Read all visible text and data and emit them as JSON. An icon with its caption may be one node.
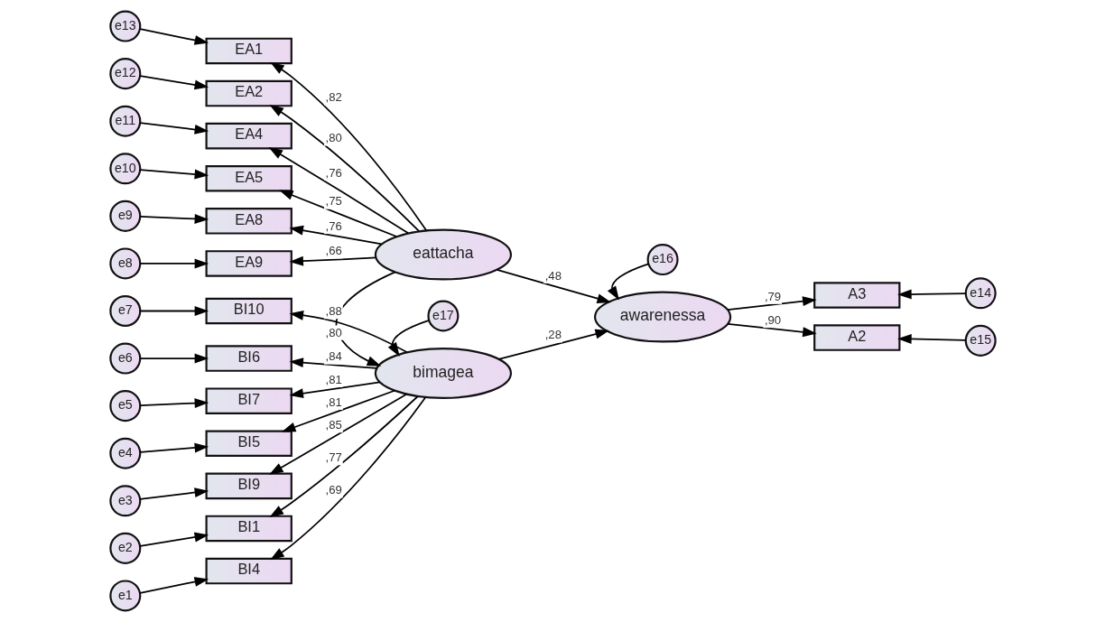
{
  "diagram": {
    "nodes": [
      {
        "text": [
          "eattacha"
        ]
      },
      {
        "text": [
          "bimagea"
        ]
      },
      {
        "text": [
          "awarenessa"
        ]
      },
      {
        "text": [
          "e16"
        ]
      },
      {
        "text": [
          "e17"
        ]
      },
      {
        "text": [
          "EA1"
        ]
      },
      {
        "text": [
          "EA2"
        ]
      },
      {
        "text": [
          "EA4"
        ]
      },
      {
        "text": [
          "EA5"
        ]
      },
      {
        "text": [
          "EA8"
        ]
      },
      {
        "text": [
          "EA9"
        ]
      },
      {
        "text": [
          "e13"
        ]
      },
      {
        "text": [
          "e12"
        ]
      },
      {
        "text": [
          "e11"
        ]
      },
      {
        "text": [
          "e10"
        ]
      },
      {
        "text": [
          "e9"
        ]
      },
      {
        "text": [
          "e8"
        ]
      },
      {
        "text": [
          "BI10"
        ]
      },
      {
        "text": [
          "BI6"
        ]
      },
      {
        "text": [
          "BI7"
        ]
      },
      {
        "text": [
          "BI5"
        ]
      },
      {
        "text": [
          "BI9"
        ]
      },
      {
        "text": [
          "BI1"
        ]
      },
      {
        "text": [
          "BI4"
        ]
      },
      {
        "text": [
          "e7"
        ]
      },
      {
        "text": [
          "e6"
        ]
      },
      {
        "text": [
          "e5"
        ]
      },
      {
        "text": [
          "e4"
        ]
      },
      {
        "text": [
          "e3"
        ]
      },
      {
        "text": [
          "e2"
        ]
      },
      {
        "text": [
          "e1"
        ]
      },
      {
        "text": [
          "A3"
        ]
      },
      {
        "text": [
          "A2"
        ]
      },
      {
        "text": [
          "e14"
        ]
      },
      {
        "text": [
          "e15"
        ]
      }
    ],
    "edges": [
      {
        "from": 11,
        "to": 5,
        "arrow": "to"
      },
      {
        "from": 12,
        "to": 6,
        "arrow": "to"
      },
      {
        "from": 13,
        "to": 7,
        "arrow": "to"
      },
      {
        "from": 14,
        "to": 8,
        "arrow": "to"
      },
      {
        "from": 15,
        "to": 9,
        "arrow": "to"
      },
      {
        "from": 16,
        "to": 10,
        "arrow": "to"
      },
      {
        "from": 0,
        "to": 5,
        "arrow": "to",
        "label": ",82"
      },
      {
        "from": 0,
        "to": 6,
        "arrow": "to",
        "label": ",80"
      },
      {
        "from": 0,
        "to": 7,
        "arrow": "to",
        "label": ",76"
      },
      {
        "from": 0,
        "to": 8,
        "arrow": "to",
        "label": ",75"
      },
      {
        "from": 0,
        "to": 9,
        "arrow": "to",
        "label": ",76"
      },
      {
        "from": 0,
        "to": 10,
        "arrow": "to",
        "label": ",66"
      },
      {
        "from": 0,
        "to": 1,
        "arrow": "to",
        "label": ",80"
      },
      {
        "from": 4,
        "to": 1,
        "arrow": "to"
      },
      {
        "from": 0,
        "to": 2,
        "arrow": "to",
        "label": ",48"
      },
      {
        "from": 1,
        "to": 2,
        "arrow": "to",
        "label": ",28"
      },
      {
        "from": 3,
        "to": 2,
        "arrow": "to"
      },
      {
        "from": 2,
        "to": 31,
        "arrow": "to",
        "label": ",79"
      },
      {
        "from": 2,
        "to": 32,
        "arrow": "to",
        "label": ",90"
      },
      {
        "from": 33,
        "to": 31,
        "arrow": "to"
      },
      {
        "from": 34,
        "to": 32,
        "arrow": "to"
      },
      {
        "from": 24,
        "to": 17,
        "arrow": "to"
      },
      {
        "from": 25,
        "to": 18,
        "arrow": "to"
      },
      {
        "from": 26,
        "to": 19,
        "arrow": "to"
      },
      {
        "from": 27,
        "to": 20,
        "arrow": "to"
      },
      {
        "from": 28,
        "to": 21,
        "arrow": "to"
      },
      {
        "from": 29,
        "to": 22,
        "arrow": "to"
      },
      {
        "from": 30,
        "to": 23,
        "arrow": "to"
      },
      {
        "from": 1,
        "to": 17,
        "arrow": "to",
        "label": ",88"
      },
      {
        "from": 1,
        "to": 18,
        "arrow": "to",
        "label": ",84"
      },
      {
        "from": 1,
        "to": 19,
        "arrow": "to",
        "label": ",81"
      },
      {
        "from": 1,
        "to": 20,
        "arrow": "to",
        "label": ",81"
      },
      {
        "from": 1,
        "to": 21,
        "arrow": "to",
        "label": ",85"
      },
      {
        "from": 1,
        "to": 22,
        "arrow": "to",
        "label": ",77"
      },
      {
        "from": 1,
        "to": 23,
        "arrow": "to",
        "label": ",69"
      }
    ]
  }
}
